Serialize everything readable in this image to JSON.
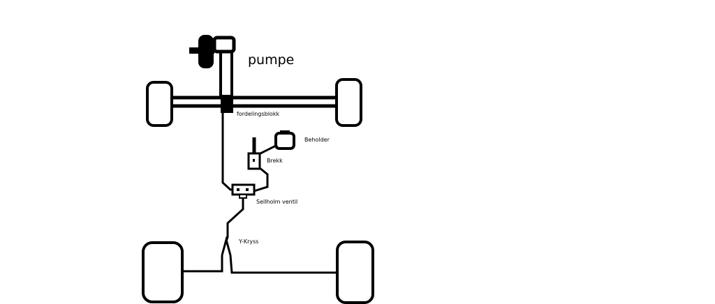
{
  "labels": {
    "pumpe": "pumpe",
    "fordelingsblokk": "fordelingsblokk",
    "beholder": "Beholder",
    "brekk": "Brekk",
    "sellholm_ventil": "Sellholm ventil",
    "y_kryss": "Y-Kryss"
  },
  "colors": {
    "stroke": "#000000",
    "background": "#ffffff"
  }
}
